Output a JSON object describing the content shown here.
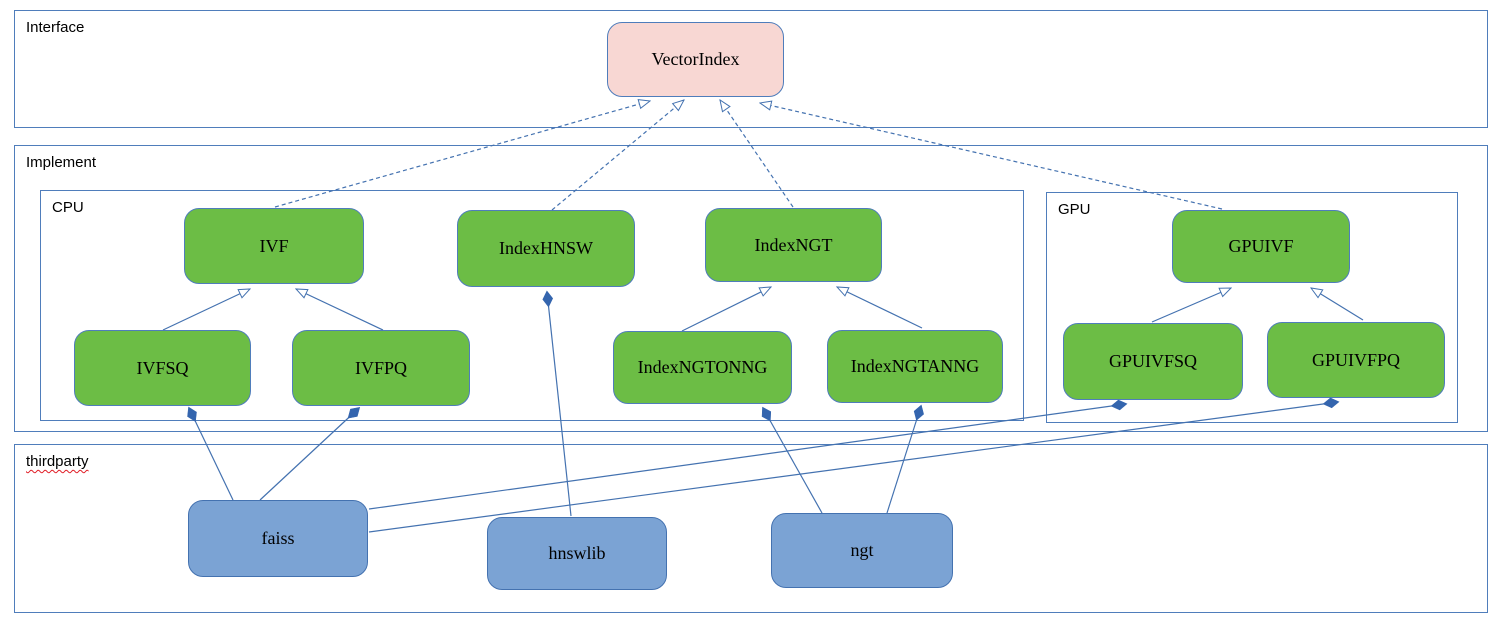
{
  "diagram": {
    "title_hint": "Vector index class architecture diagram",
    "containers": {
      "interface": {
        "label": "Interface"
      },
      "implement": {
        "label": "Implement"
      },
      "cpu": {
        "label": "CPU"
      },
      "gpu": {
        "label": "GPU"
      },
      "thirdparty": {
        "label": "thirdparty",
        "spellcheck_underline": true
      }
    },
    "nodes": {
      "vector_index": {
        "label": "VectorIndex",
        "kind": "interface"
      },
      "ivf": {
        "label": "IVF",
        "kind": "cpu-class"
      },
      "index_hnsw": {
        "label": "IndexHNSW",
        "kind": "cpu-class"
      },
      "index_ngt": {
        "label": "IndexNGT",
        "kind": "cpu-class"
      },
      "ivfsq": {
        "label": "IVFSQ",
        "kind": "cpu-class"
      },
      "ivfpq": {
        "label": "IVFPQ",
        "kind": "cpu-class"
      },
      "index_ngtonng": {
        "label": "IndexNGTONNG",
        "kind": "cpu-class"
      },
      "index_ngtanng": {
        "label": "IndexNGTANNG",
        "kind": "cpu-class"
      },
      "gpuivf": {
        "label": "GPUIVF",
        "kind": "gpu-class"
      },
      "gpuivfsq": {
        "label": "GPUIVFSQ",
        "kind": "gpu-class"
      },
      "gpuivfpq": {
        "label": "GPUIVFPQ",
        "kind": "gpu-class"
      },
      "faiss": {
        "label": "faiss",
        "kind": "thirdparty-lib"
      },
      "hnswlib": {
        "label": "hnswlib",
        "kind": "thirdparty-lib"
      },
      "ngt": {
        "label": "ngt",
        "kind": "thirdparty-lib"
      }
    },
    "edges": [
      {
        "from": "IVF",
        "to": "VectorIndex",
        "type": "realization-dashed-hollow-arrow"
      },
      {
        "from": "IndexHNSW",
        "to": "VectorIndex",
        "type": "realization-dashed-hollow-arrow"
      },
      {
        "from": "IndexNGT",
        "to": "VectorIndex",
        "type": "realization-dashed-hollow-arrow"
      },
      {
        "from": "GPUIVF",
        "to": "VectorIndex",
        "type": "realization-dashed-hollow-arrow"
      },
      {
        "from": "IVFSQ",
        "to": "IVF",
        "type": "generalization-hollow-arrow"
      },
      {
        "from": "IVFPQ",
        "to": "IVF",
        "type": "generalization-hollow-arrow"
      },
      {
        "from": "IndexNGTONNG",
        "to": "IndexNGT",
        "type": "generalization-hollow-arrow"
      },
      {
        "from": "IndexNGTANNG",
        "to": "IndexNGT",
        "type": "generalization-hollow-arrow"
      },
      {
        "from": "GPUIVFSQ",
        "to": "GPUIVF",
        "type": "generalization-hollow-arrow"
      },
      {
        "from": "GPUIVFPQ",
        "to": "GPUIVF",
        "type": "generalization-hollow-arrow"
      },
      {
        "from": "faiss",
        "to": "IVFSQ",
        "type": "composition-filled-diamond"
      },
      {
        "from": "faiss",
        "to": "IVFPQ",
        "type": "composition-filled-diamond"
      },
      {
        "from": "faiss",
        "to": "GPUIVFSQ",
        "type": "composition-filled-diamond"
      },
      {
        "from": "faiss",
        "to": "GPUIVFPQ",
        "type": "composition-filled-diamond"
      },
      {
        "from": "hnswlib",
        "to": "IndexHNSW",
        "type": "composition-filled-diamond"
      },
      {
        "from": "ngt",
        "to": "IndexNGTONNG",
        "type": "composition-filled-diamond"
      },
      {
        "from": "ngt",
        "to": "IndexNGTANNG",
        "type": "composition-filled-diamond"
      }
    ],
    "colors": {
      "interface_node_fill": "#f8d7d3",
      "implement_node_fill": "#6cbd45",
      "thirdparty_node_fill": "#7ba3d4",
      "node_border": "#4f7dbb",
      "container_border": "#4f7dbb",
      "edge_stroke": "#4472b0",
      "diamond_fill": "#3465ae",
      "spellcheck_wave": "#e01b24",
      "text": "#000000",
      "background": "#ffffff"
    }
  }
}
